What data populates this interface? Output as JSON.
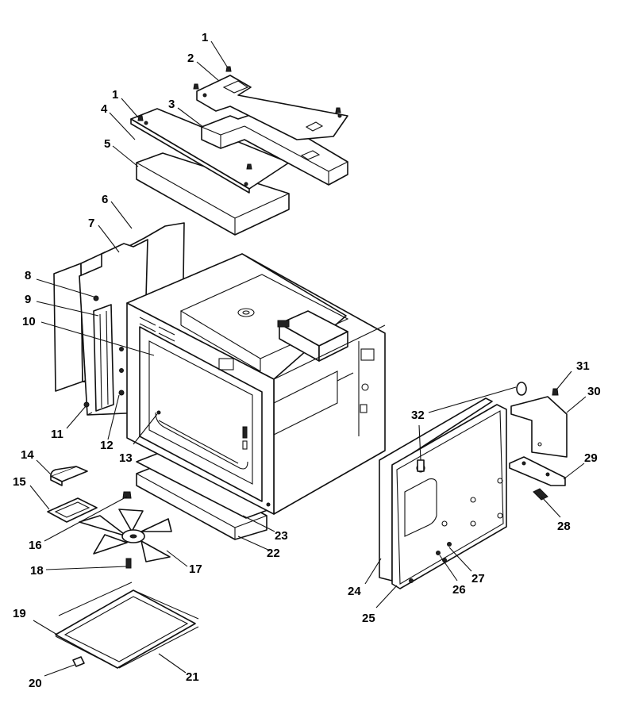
{
  "callouts": [
    {
      "id": "c1a",
      "text": "1"
    },
    {
      "id": "c2",
      "text": "2"
    },
    {
      "id": "c1b",
      "text": "1"
    },
    {
      "id": "c3",
      "text": "3"
    },
    {
      "id": "c4",
      "text": "4"
    },
    {
      "id": "c5",
      "text": "5"
    },
    {
      "id": "c6",
      "text": "6"
    },
    {
      "id": "c7",
      "text": "7"
    },
    {
      "id": "c8",
      "text": "8"
    },
    {
      "id": "c9",
      "text": "9"
    },
    {
      "id": "c10",
      "text": "10"
    },
    {
      "id": "c11",
      "text": "11"
    },
    {
      "id": "c12",
      "text": "12"
    },
    {
      "id": "c13",
      "text": "13"
    },
    {
      "id": "c14",
      "text": "14"
    },
    {
      "id": "c15",
      "text": "15"
    },
    {
      "id": "c16",
      "text": "16"
    },
    {
      "id": "c17",
      "text": "17"
    },
    {
      "id": "c18",
      "text": "18"
    },
    {
      "id": "c19",
      "text": "19"
    },
    {
      "id": "c20",
      "text": "20"
    },
    {
      "id": "c21",
      "text": "21"
    },
    {
      "id": "c22",
      "text": "22"
    },
    {
      "id": "c23",
      "text": "23"
    },
    {
      "id": "c24",
      "text": "24"
    },
    {
      "id": "c25",
      "text": "25"
    },
    {
      "id": "c26",
      "text": "26"
    },
    {
      "id": "c27",
      "text": "27"
    },
    {
      "id": "c28",
      "text": "28"
    },
    {
      "id": "c29",
      "text": "29"
    },
    {
      "id": "c30",
      "text": "30"
    },
    {
      "id": "c31",
      "text": "31"
    },
    {
      "id": "c32",
      "text": "32"
    }
  ]
}
